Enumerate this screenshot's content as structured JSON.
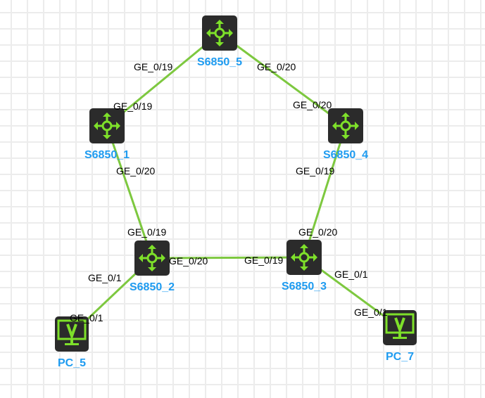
{
  "colors": {
    "link": "#7dc83f",
    "icon_bg": "#2b2b2b",
    "icon_fg": "#7ee02a",
    "node_label": "#1e9bf0"
  },
  "nodes": [
    {
      "id": "s5",
      "name": "S6850_5",
      "type": "switch",
      "icon": "switch-arrows-icon"
    },
    {
      "id": "s1",
      "name": "S6850_1",
      "type": "switch",
      "icon": "switch-arrows-icon"
    },
    {
      "id": "s4",
      "name": "S6850_4",
      "type": "switch",
      "icon": "switch-arrows-icon"
    },
    {
      "id": "s2",
      "name": "S6850_2",
      "type": "switch",
      "icon": "switch-arrows-icon"
    },
    {
      "id": "s3",
      "name": "S6850_3",
      "type": "switch",
      "icon": "switch-arrows-icon"
    },
    {
      "id": "pc5",
      "name": "PC_5",
      "type": "pc",
      "icon": "pc-monitor-icon"
    },
    {
      "id": "pc7",
      "name": "PC_7",
      "type": "pc",
      "icon": "pc-monitor-icon"
    }
  ],
  "links": [
    {
      "a": "s5",
      "a_port": "GE_0/19",
      "b": "s1",
      "b_port": "GE_0/19"
    },
    {
      "a": "s5",
      "a_port": "GE_0/20",
      "b": "s4",
      "b_port": "GE_0/20"
    },
    {
      "a": "s1",
      "a_port": "GE_0/20",
      "b": "s2",
      "b_port": "GE_0/19"
    },
    {
      "a": "s4",
      "a_port": "GE_0/19",
      "b": "s3",
      "b_port": "GE_0/20"
    },
    {
      "a": "s2",
      "a_port": "GE_0/20",
      "b": "s3",
      "b_port": "GE_0/19"
    },
    {
      "a": "s2",
      "a_port": "GE_0/1",
      "b": "pc5",
      "b_port": "GE_0/1"
    },
    {
      "a": "s3",
      "a_port": "GE_0/1",
      "b": "pc7",
      "b_port": "GE_0/1"
    }
  ]
}
